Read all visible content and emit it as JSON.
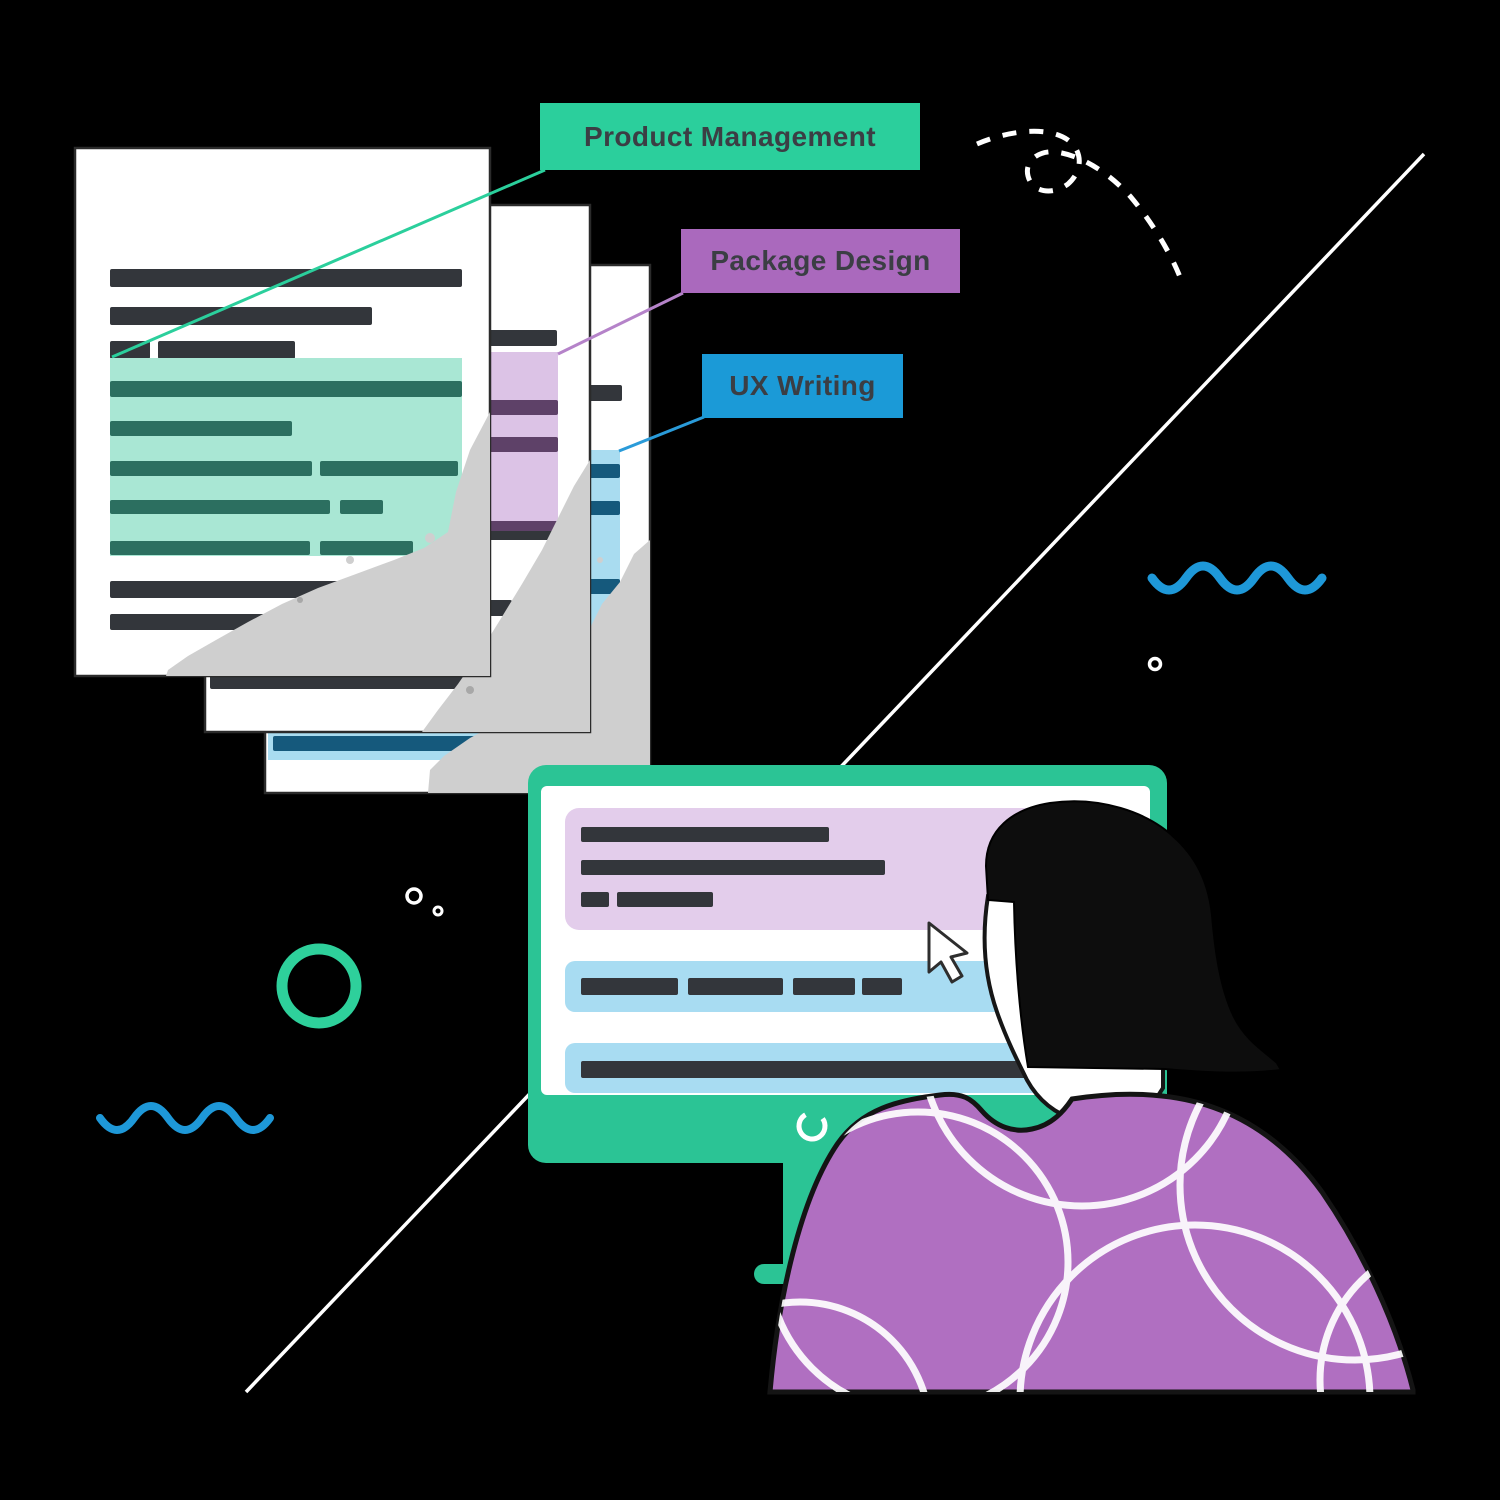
{
  "labels": [
    {
      "text": "Product Management",
      "bg": "#2bcf9c",
      "line": "#2bcf9c"
    },
    {
      "text": "Package Design",
      "bg": "#aa69bd",
      "line": "#b583c9"
    },
    {
      "text": "UX Writing",
      "bg": "#1b9ad7",
      "line": "#2a9bd9"
    }
  ],
  "palette": {
    "background": "#000000",
    "page": "#ffffff",
    "page_border": "#2b2b2b",
    "ink_bar": "#33363b",
    "highlight_teal": "#a9e7d4",
    "highlight_teal_bar": "#2c6f60",
    "highlight_purple": "#dcc3e6",
    "highlight_purple_bar": "#5e4168",
    "highlight_blue": "#a9dcf0",
    "highlight_blue_bar": "#15597c",
    "gray_spray": "#cfcfcf",
    "monitor_green": "#2bc495",
    "screen_block_purple": "#e3cdeb",
    "screen_block_blue": "#a8dcf2",
    "person_top_purple": "#b06fc1",
    "hair_black": "#0d0d0d",
    "skin_white": "#ffffff",
    "wave_blue": "#1e98d8",
    "ring_green": "#2ed09b",
    "decor_white": "#ffffff"
  }
}
